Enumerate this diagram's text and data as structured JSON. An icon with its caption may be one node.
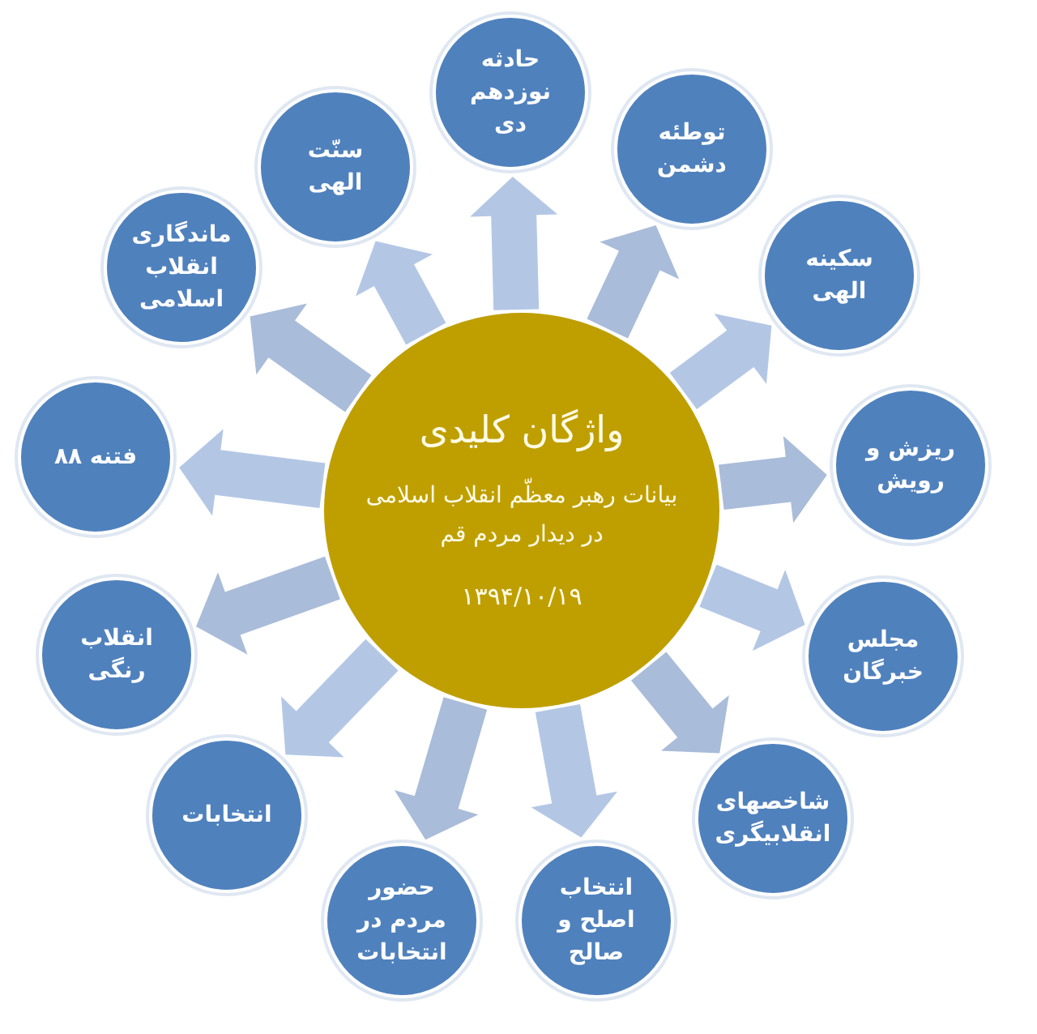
{
  "diagram": {
    "nodes": [
      {
        "text": [
          "واژگان کلیدی",
          "بیانات رهبر معظّم انقلاب اسلامی در دیدار مردم قم",
          "۱۳۹۴/۱۰/۱۹"
        ]
      },
      {
        "text": [
          "حادثه نوزدهم دی"
        ]
      },
      {
        "text": [
          "توطئه دشمن"
        ]
      },
      {
        "text": [
          "سکینه الهی"
        ]
      },
      {
        "text": [
          "ریزش و رویش"
        ]
      },
      {
        "text": [
          "مجلس خبرگان"
        ]
      },
      {
        "text": [
          "شاخصهای انقلابیگری"
        ]
      },
      {
        "text": [
          "انتخاب اصلح و صالح"
        ]
      },
      {
        "text": [
          "حضور مردم در انتخابات"
        ]
      },
      {
        "text": [
          "انتخابات"
        ]
      },
      {
        "text": [
          "انقلاب رنگی"
        ]
      },
      {
        "text": [
          "فتنه ۸۸"
        ]
      },
      {
        "text": [
          "ماندگاری انقلاب اسلامی"
        ]
      },
      {
        "text": [
          "سنّت الهی"
        ]
      }
    ],
    "edges": [
      {
        "from": 0,
        "to": 1,
        "arrow": "to"
      },
      {
        "from": 0,
        "to": 2,
        "arrow": "to"
      },
      {
        "from": 0,
        "to": 3,
        "arrow": "to"
      },
      {
        "from": 0,
        "to": 4,
        "arrow": "to"
      },
      {
        "from": 0,
        "to": 5,
        "arrow": "to"
      },
      {
        "from": 0,
        "to": 6,
        "arrow": "to"
      },
      {
        "from": 0,
        "to": 7,
        "arrow": "to"
      },
      {
        "from": 0,
        "to": 8,
        "arrow": "to"
      },
      {
        "from": 0,
        "to": 9,
        "arrow": "to"
      },
      {
        "from": 0,
        "to": 10,
        "arrow": "to"
      },
      {
        "from": 0,
        "to": 11,
        "arrow": "to"
      },
      {
        "from": 0,
        "to": 12,
        "arrow": "to"
      },
      {
        "from": 0,
        "to": 13,
        "arrow": "to"
      }
    ]
  }
}
